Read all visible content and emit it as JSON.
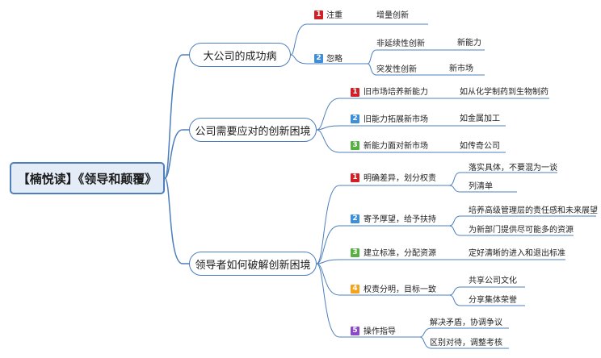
{
  "root": "【楠悦读】《领导和颠覆》",
  "branches": [
    {
      "title": "大公司的成功病",
      "items": [
        {
          "num": "1",
          "label": "注重",
          "children": [
            "增量创新"
          ]
        },
        {
          "num": "2",
          "label": "忽略",
          "children": [
            {
              "label": "非延续性创新",
              "children": [
                "新能力"
              ]
            },
            {
              "label": "突发性创新",
              "children": [
                "新市场"
              ]
            }
          ]
        }
      ]
    },
    {
      "title": "公司需要应对的创新困境",
      "items": [
        {
          "num": "1",
          "label": "旧市场培养新能力",
          "children": [
            "如从化学制药到生物制药"
          ]
        },
        {
          "num": "2",
          "label": "旧能力拓展新市场",
          "children": [
            "如金属加工"
          ]
        },
        {
          "num": "3",
          "label": "新能力面对新市场",
          "children": [
            "如传奇公司"
          ]
        }
      ]
    },
    {
      "title": "领导者如何破解创新困境",
      "items": [
        {
          "num": "1",
          "label": "明确差异，划分权责",
          "children": [
            "落实具体，不要混为一谈",
            "列清单"
          ]
        },
        {
          "num": "2",
          "label": "寄予厚望，给予扶持",
          "children": [
            "培养高级管理层的责任感和未来展望",
            "为新部门提供尽可能多的资源"
          ]
        },
        {
          "num": "3",
          "label": "建立标准，分配资源",
          "children": [
            "定好清晰的进入和退出标准"
          ]
        },
        {
          "num": "4",
          "label": "权责分明，目标一致",
          "children": [
            "共享公司文化",
            "分享集体荣誉"
          ]
        },
        {
          "num": "5",
          "label": "操作指导",
          "children": [
            "解决矛盾，协调争议",
            "区别对待，调整考核"
          ]
        }
      ]
    }
  ],
  "colors": {
    "line": "#4d7fbd",
    "badge_red": "#d21f26",
    "badge_blue": "#3d8fd9",
    "badge_green": "#58b043",
    "badge_orange": "#f5a31a",
    "badge_purple": "#8a49c9"
  }
}
